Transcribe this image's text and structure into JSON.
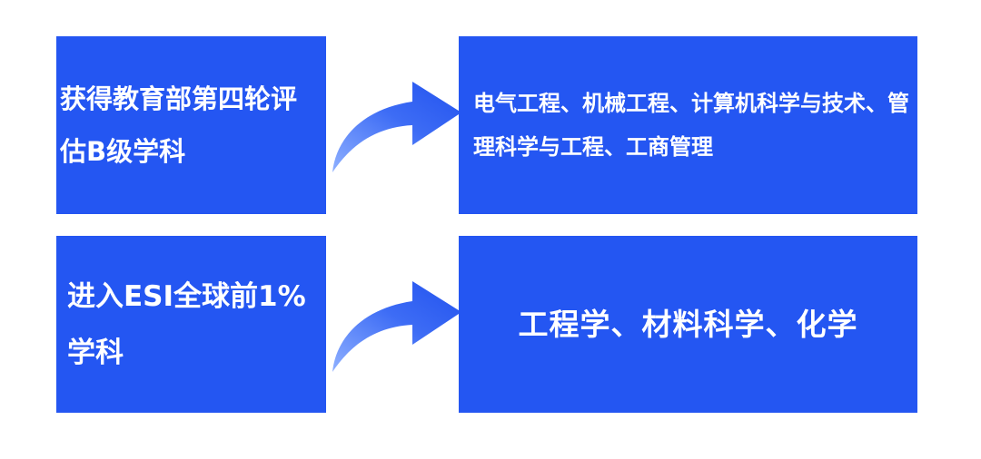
{
  "colors": {
    "box_fill": "#2456f2",
    "arrow_light": "#8fb0ff",
    "arrow_dark": "#2252ee",
    "background": "#ffffff"
  },
  "rows": [
    {
      "left_label": "获得教育部第四轮评估B级学科",
      "right_label": "电气工程、机械工程、计算机科学与技术、管理科学与工程、工商管理"
    },
    {
      "left_label": "进入ESI全球前1%学科",
      "right_label": "工程学、材料科学、化学"
    }
  ]
}
